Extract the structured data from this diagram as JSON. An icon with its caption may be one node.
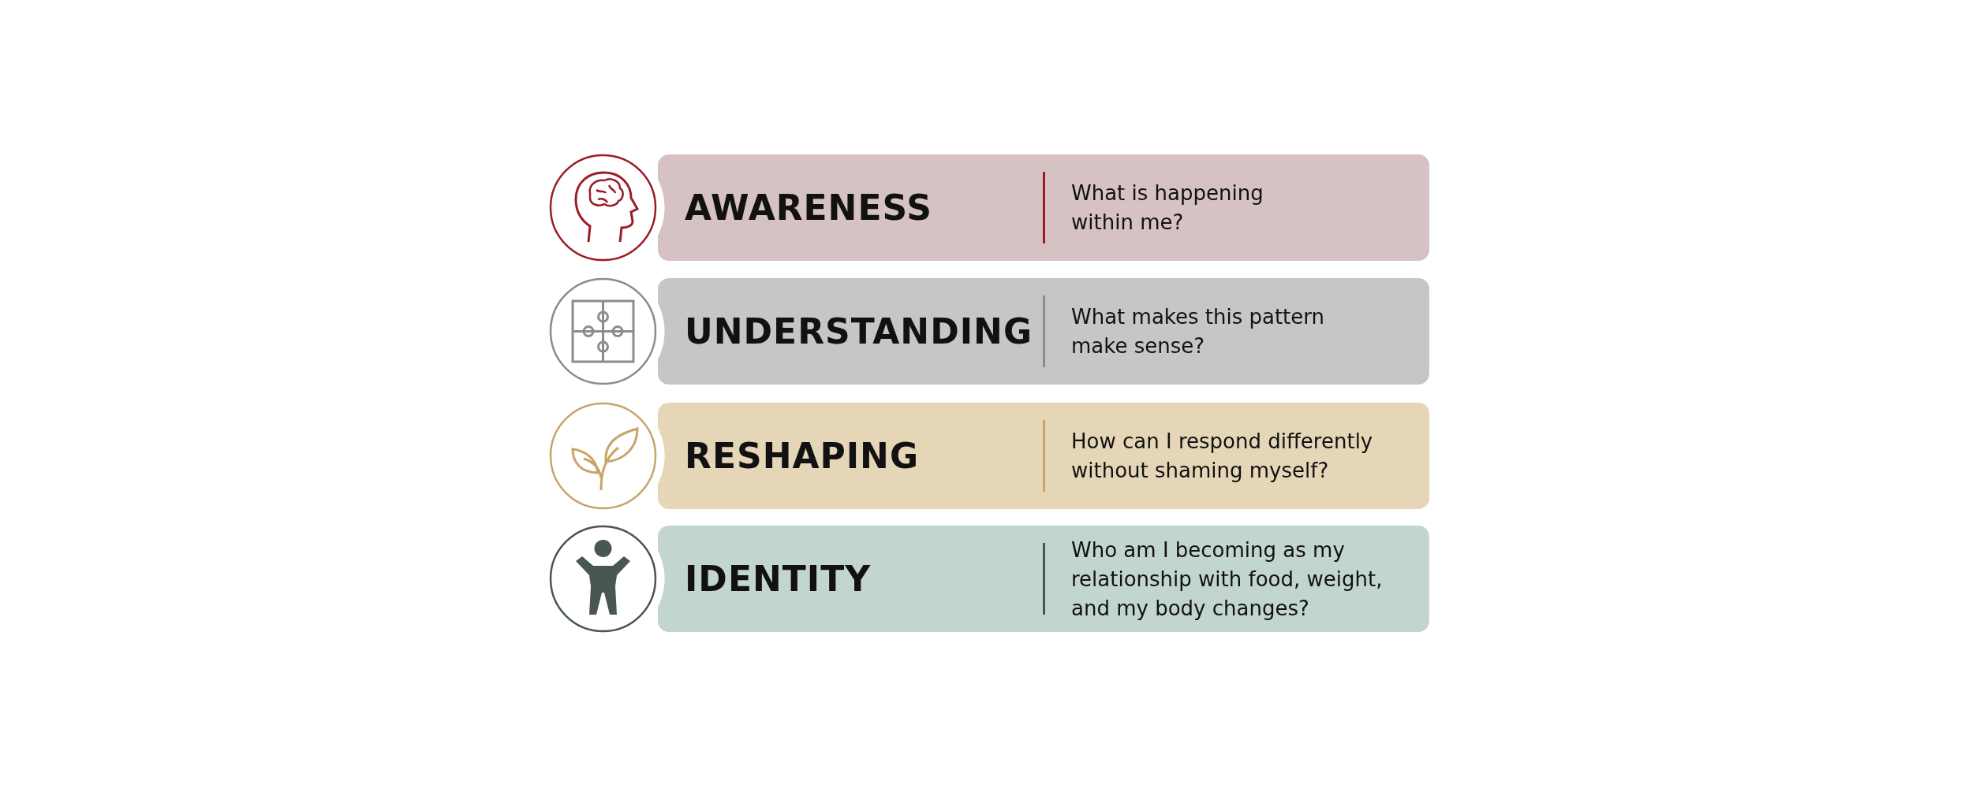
{
  "diagram": {
    "nodes": [
      {
        "text": [
          "AWARENESS",
          "What is happening within me?"
        ]
      },
      {
        "text": [
          "UNDERSTANDING",
          "What makes this pattern make sense?"
        ]
      },
      {
        "text": [
          "RESHAPING",
          "How can I respond differently without shaming myself?"
        ]
      },
      {
        "text": [
          "IDENTITY",
          "Who am I becoming as my relationship with food, weight, and my body changes?"
        ]
      }
    ]
  }
}
